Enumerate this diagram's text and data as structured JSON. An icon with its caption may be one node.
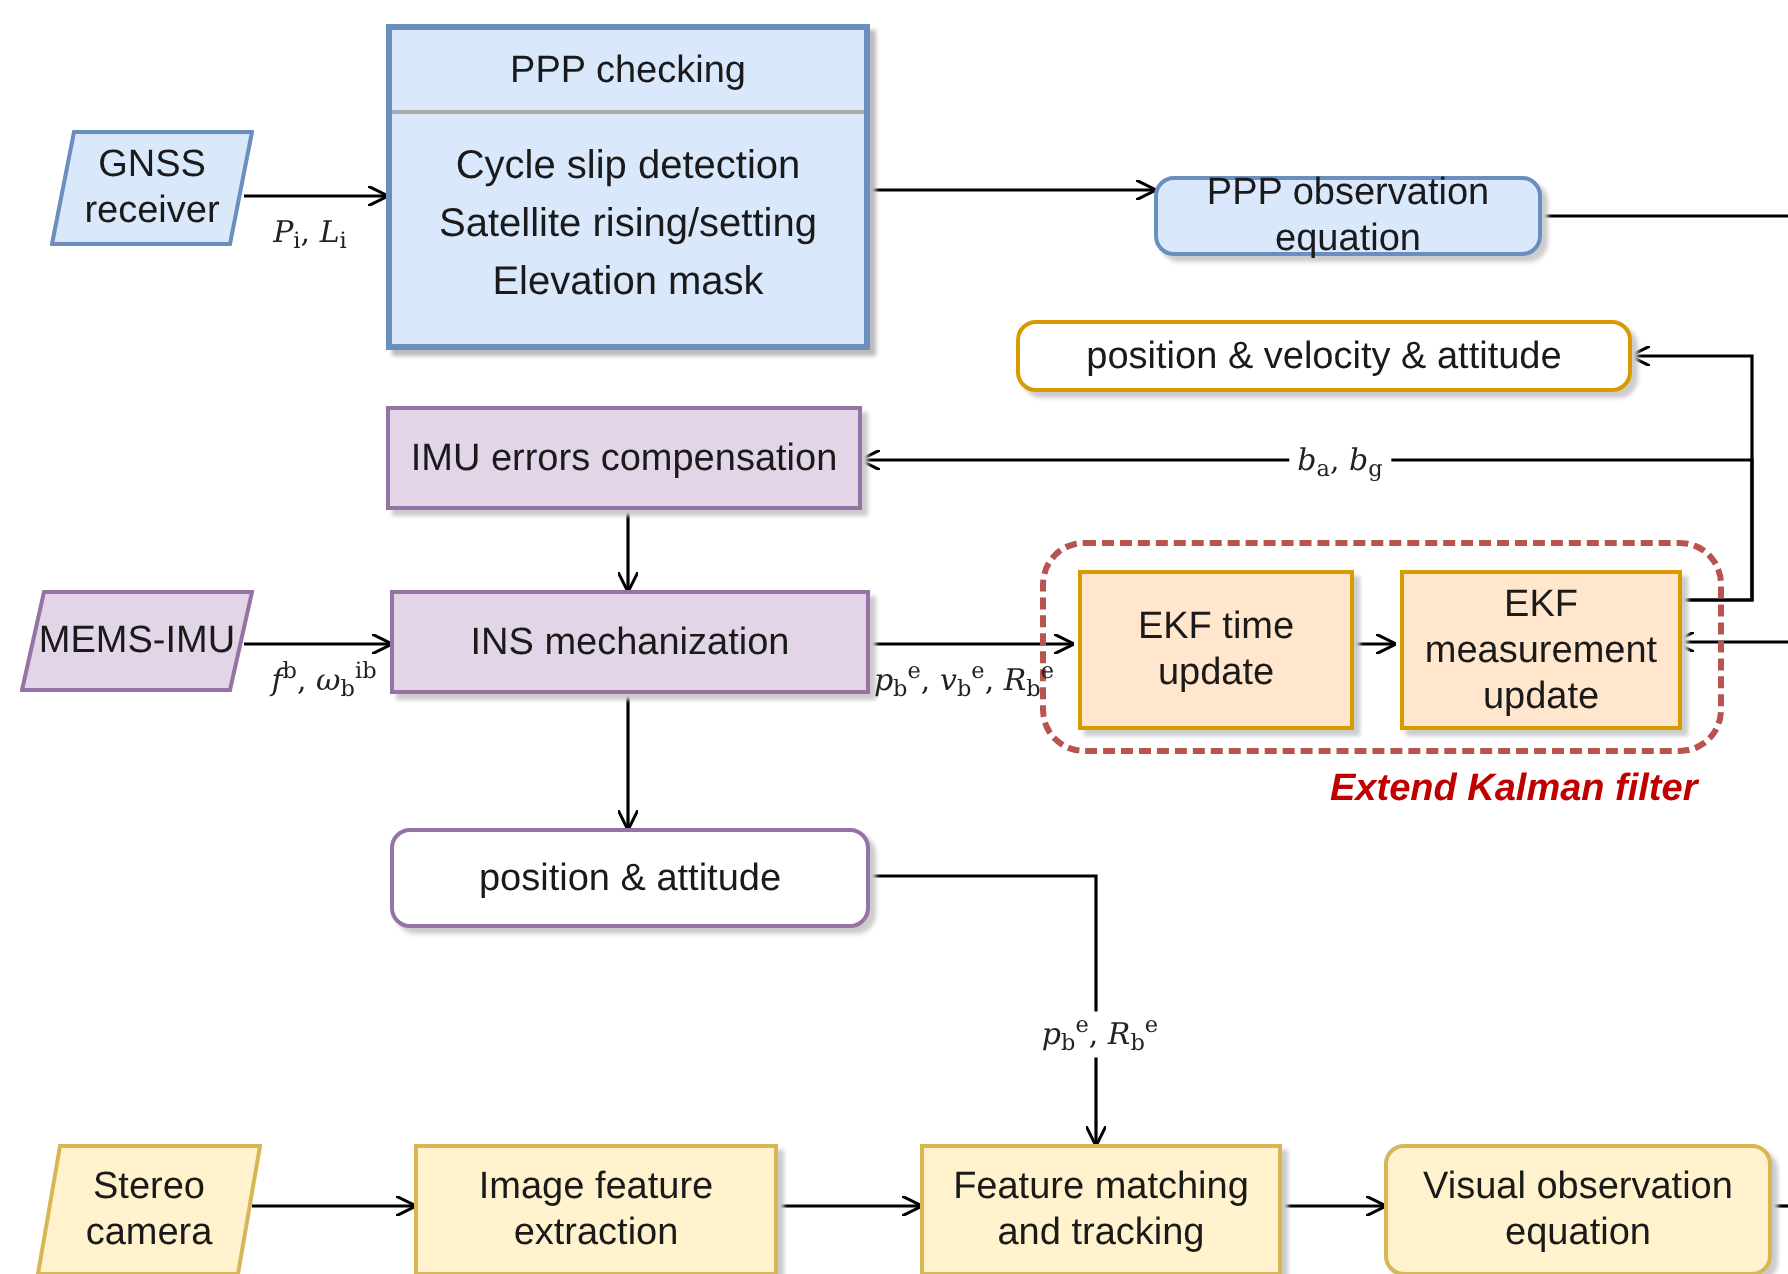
{
  "diagram": {
    "nodes": [
      {
        "text": [
          "GNSS receiver"
        ]
      },
      {
        "text": [
          "PPP checking",
          "Cycle slip detection",
          "Satellite rising/setting",
          "Elevation mask"
        ]
      },
      {
        "text": [
          "PPP observation equation"
        ]
      },
      {
        "text": [
          "position & velocity & attitude"
        ]
      },
      {
        "text": [
          "IMU errors compensation"
        ]
      },
      {
        "text": [
          "MEMS-IMU"
        ]
      },
      {
        "text": [
          "INS mechanization"
        ]
      },
      {
        "text": [
          "Extend Kalman filter"
        ]
      },
      {
        "text": [
          "EKF time update"
        ],
        "in": 7
      },
      {
        "text": [
          "EKF measurement update"
        ],
        "in": 7
      },
      {
        "text": [
          "position & attitude"
        ]
      },
      {
        "text": [
          "Stereo camera"
        ]
      },
      {
        "text": [
          "Image feature extraction"
        ]
      },
      {
        "text": [
          "Feature matching and tracking"
        ]
      },
      {
        "text": [
          "Visual observation equation"
        ]
      }
    ],
    "edges": [
      {
        "from": 0,
        "to": 1,
        "arrow": "to",
        "label": "*P*$_{i}$, *L*$_{i}$"
      },
      {
        "from": 1,
        "to": 2,
        "arrow": "to"
      },
      {
        "from": 2,
        "to": null,
        "arrow": "none"
      },
      {
        "from": 9,
        "to": 3,
        "arrow": "to"
      },
      {
        "from": 9,
        "to": 4,
        "arrow": "to",
        "label": "*b*$_{a}$, *b*$_{g}$"
      },
      {
        "from": 4,
        "to": 6,
        "arrow": "to"
      },
      {
        "from": 5,
        "to": 6,
        "arrow": "to",
        "label": "*f*$^{b}$, *ω*$_{b}$$^{ib}$"
      },
      {
        "from": 6,
        "to": 8,
        "arrow": "to",
        "label": "*p*$_{b}$$^{e}$, *v*$_{b}$$^{e}$, *R*$_{b}$$^{e}$"
      },
      {
        "from": 8,
        "to": 9,
        "arrow": "to"
      },
      {
        "from": 6,
        "to": 10,
        "arrow": "to"
      },
      {
        "from": 10,
        "to": 13,
        "arrow": "to",
        "label": "*p*$_{b}$$^{e}$, *R*$_{b}$$^{e}$"
      },
      {
        "from": 11,
        "to": 12,
        "arrow": "to"
      },
      {
        "from": 12,
        "to": 13,
        "arrow": "to"
      },
      {
        "from": 13,
        "to": 14,
        "arrow": "to"
      },
      {
        "from": 14,
        "to": null,
        "arrow": "none"
      },
      {
        "from": null,
        "to": 9,
        "arrow": "to"
      }
    ]
  }
}
